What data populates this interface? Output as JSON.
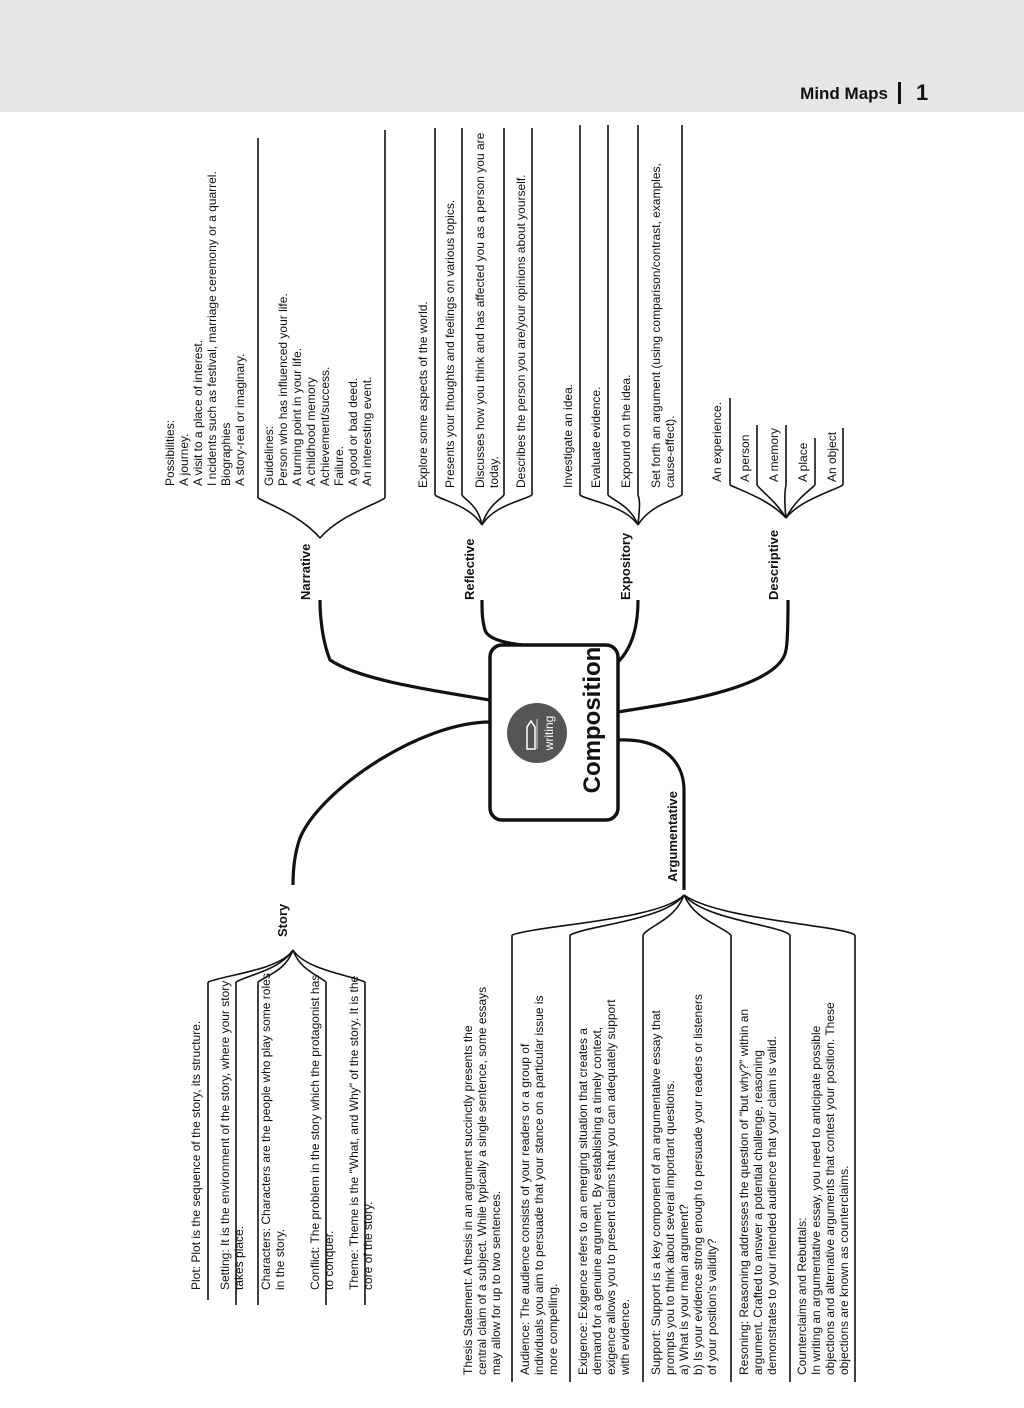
{
  "header": {
    "title": "Mind Maps",
    "page": "1"
  },
  "center": {
    "title": "Composition",
    "icon_label": "writing",
    "icon": "pencil-icon"
  },
  "branches": {
    "story": {
      "label": "Story",
      "items": [
        [
          "Plot: Plot is the sequence of the story, its structure."
        ],
        [
          "Setting: It is the environment of the story, where your story",
          "takes place."
        ],
        [
          "Characters: Characters are the people who play some roles",
          "in the story."
        ],
        [
          "Conflict: The problem in the story which the protagonist has",
          "to conquer."
        ],
        [
          "Theme: Theme is the \"What, and Why\" of the story. It is the",
          "core of the story."
        ]
      ]
    },
    "argumentative": {
      "label": "Argumentative",
      "items": [
        [
          "Thesis Statement: A thesis in an argument succinctly presents the",
          "central claim of a subject. While typically a single sentence, some essays",
          "may allow for up to two sentences."
        ],
        [
          "Audience: The audience consists of your readers or a group of",
          "individuals you aim to persuade that your stance on a particular issue is",
          "more compelling."
        ],
        [
          "Exigence: Exigence refers to an emerging situation that creates a",
          "demand for a genuine argument. By establishing a timely context,",
          "exigence allows you to present claims that you can adequately support",
          "with evidence."
        ],
        [
          "Support: Support is a key component of an argumentative essay that",
          "prompts you to think about several important questions.",
          "a) What is your main argument?",
          "b) Is your evidence strong enough to persuade your readers or listeners",
          "of your position's validity?"
        ],
        [
          "Resoning: Reasoning addresses the question of \"but why?\" within an",
          "argument. Crafted to answer a potential challenge, reasoning",
          "demonstrates to your intended audience that your claim is valid."
        ],
        [
          "Counterclaims and Rebuttals:",
          "In writing an argumentative essay, you need to anticipate possible",
          "objections and alternative arguments that contest your position. These",
          "objections are known as counterclaims."
        ]
      ]
    },
    "narrative": {
      "label": "Narrative",
      "items": [
        [
          "Possibilities:",
          "A journey.",
          "A visit to a place of interest.",
          "I ncidents such as festival, marriage ceremony or a quarrel.",
          "Biographies",
          "A story-real or imaginary."
        ],
        [
          "Guidelines:",
          "Person who has influenced your life.",
          "A turning point in your life.",
          "A childhood memory",
          "Achievement/success.",
          "Failure.",
          "A good or bad deed.",
          "An interesting event."
        ]
      ]
    },
    "reflective": {
      "label": "Reflective",
      "items": [
        [
          "Explore some aspects of the world."
        ],
        [
          "Presents your thoughts and feelings on various topics."
        ],
        [
          "Discusses how you think and has affected you as a person you are",
          "today."
        ],
        [
          "Describes the person you are/your opinions about yourself."
        ]
      ]
    },
    "expository": {
      "label": "Expository",
      "items": [
        [
          "Investigate an idea."
        ],
        [
          "Evaluate evidence."
        ],
        [
          "Expound on the idea."
        ],
        [
          "Set forth an argument (using comparison/contrast, examples,",
          "cause-effect)."
        ]
      ]
    },
    "descriptive": {
      "label": "Descriptive",
      "items": [
        [
          "An experience."
        ],
        [
          "A person"
        ],
        [
          "A memory"
        ],
        [
          "A place"
        ],
        [
          "An object"
        ]
      ]
    }
  }
}
